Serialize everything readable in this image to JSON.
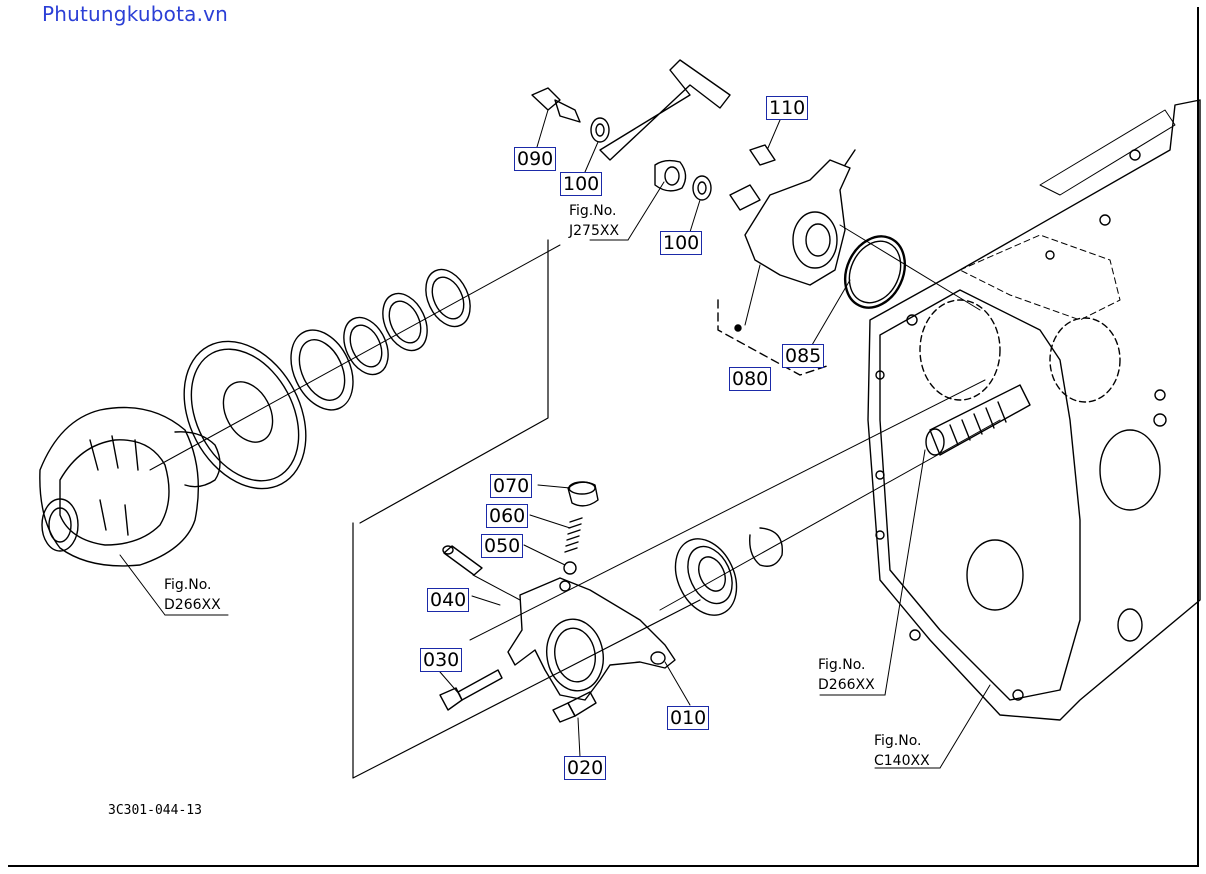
{
  "watermark": "Phutungkubota.vn",
  "drawing_number": "3C301-044-13",
  "part_numbers": [
    {
      "id": "090",
      "label": "090"
    },
    {
      "id": "100a",
      "label": "100"
    },
    {
      "id": "100b",
      "label": "100"
    },
    {
      "id": "110",
      "label": "110"
    },
    {
      "id": "085",
      "label": "085"
    },
    {
      "id": "080",
      "label": "080"
    },
    {
      "id": "070",
      "label": "070"
    },
    {
      "id": "060",
      "label": "060"
    },
    {
      "id": "050",
      "label": "050"
    },
    {
      "id": "040",
      "label": "040"
    },
    {
      "id": "030",
      "label": "030"
    },
    {
      "id": "010",
      "label": "010"
    },
    {
      "id": "020",
      "label": "020"
    }
  ],
  "figure_refs": [
    {
      "id": "j275",
      "line1": "Fig.No.",
      "line2": "J275XX"
    },
    {
      "id": "d266a",
      "line1": "Fig.No.",
      "line2": "D266XX"
    },
    {
      "id": "d266b",
      "line1": "Fig.No.",
      "line2": "D266XX"
    },
    {
      "id": "c140",
      "line1": "Fig.No.",
      "line2": "C140XX"
    }
  ]
}
